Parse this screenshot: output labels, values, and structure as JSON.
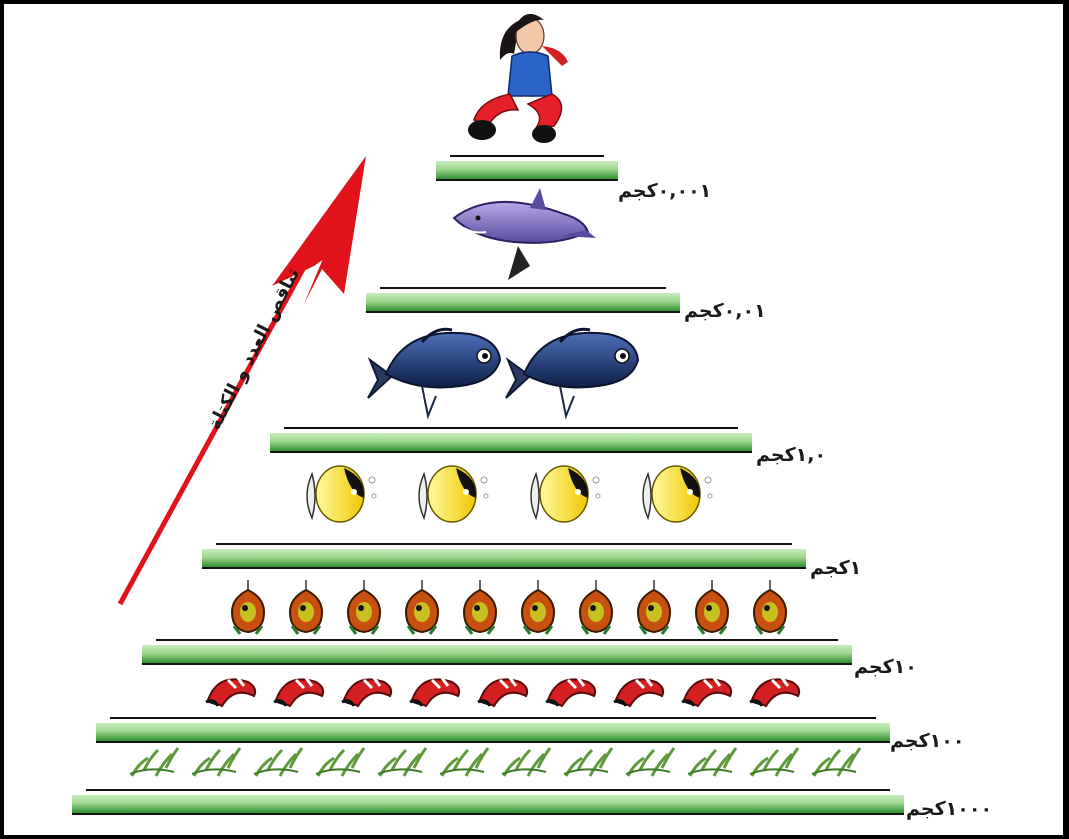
{
  "diagram": {
    "arrow_caption": "تناقص العدد و الكتلة",
    "colors": {
      "level_band": "#3fa33f",
      "level_band_light": "#c8edc0",
      "arrow": "#e0121a",
      "plant": "#5e9a3c",
      "shrimp": "#d42020",
      "small_fish": "#e8a020",
      "yellow_fish": "#f2d51c",
      "blue_fish": "#1f3e7a",
      "shark": "#8c7cc9",
      "girl_shirt": "#2a64c8",
      "girl_pants": "#e6202a"
    },
    "levels": [
      {
        "mass_label": "١٠٠٠كجم",
        "organism": "plant-icon",
        "count": 12
      },
      {
        "mass_label": "١٠٠كجم",
        "organism": "shrimp-icon",
        "count": 9
      },
      {
        "mass_label": "١٠كجم",
        "organism": "small-fish-icon",
        "count": 10
      },
      {
        "mass_label": "١كجم",
        "organism": "yellow-fish-icon",
        "count": 4
      },
      {
        "mass_label": "١,٠كجم",
        "organism": "blue-fish-icon",
        "count": 2
      },
      {
        "mass_label": "٠,٠١كجم",
        "organism": "shark-icon",
        "count": 1
      },
      {
        "mass_label": "٠,٠٠١كجم",
        "organism": "girl-icon",
        "count": 1
      }
    ]
  }
}
